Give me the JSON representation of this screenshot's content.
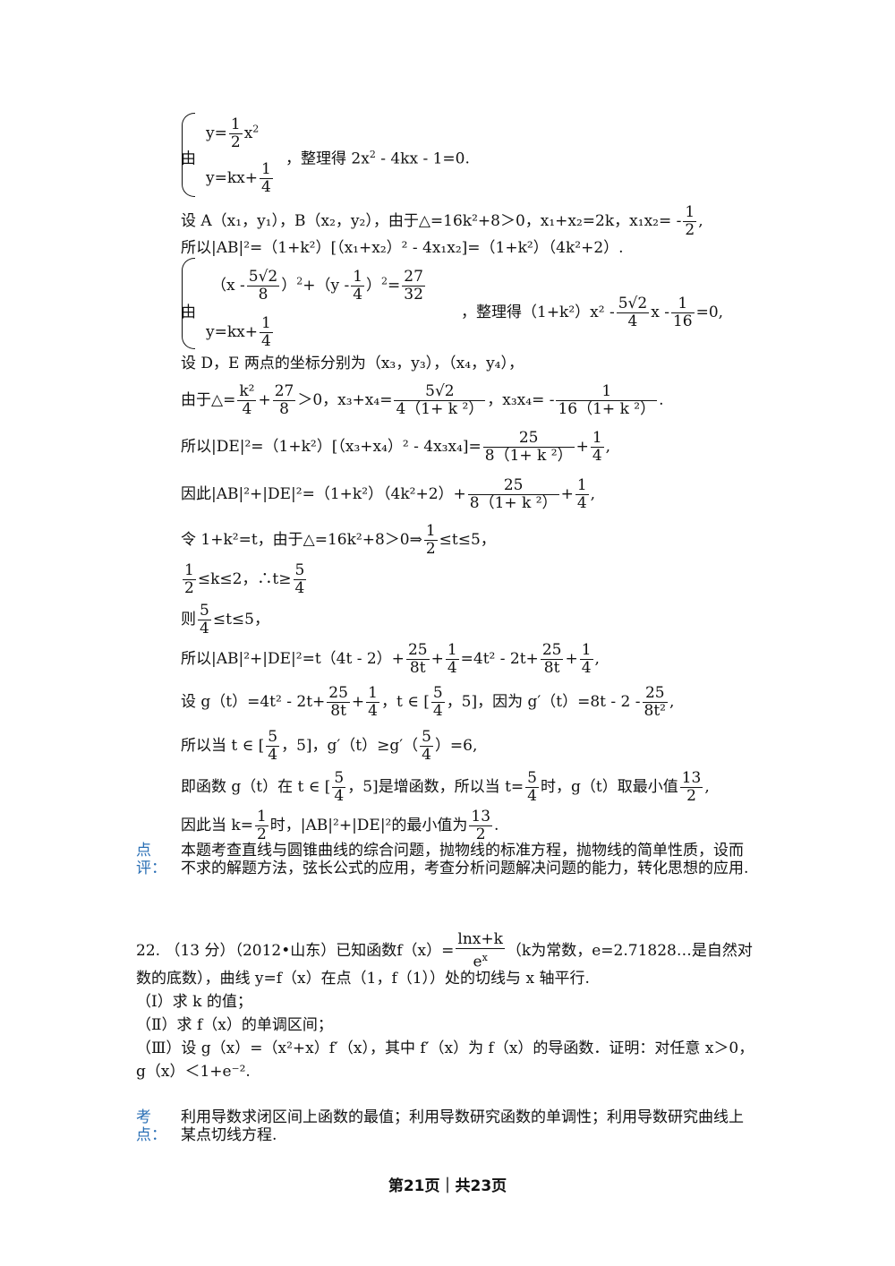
{
  "solution": {
    "l01a": "y=",
    "l01b": "1",
    "l01c": "2",
    "l01d": "x",
    "l01e": "2",
    "l02a": "由",
    "l02b": "，整理得 2x",
    "l02c": "2",
    "l02d": " - 4kx - 1=0.",
    "l03a": "y=kx+",
    "l03b": "1",
    "l03c": "4",
    "l04": "设 A（x₁，y₁），B（x₂，y₂），由于△=16k²+8＞0，x₁+x₂=2k，x₁x₂= -",
    "l04n": "1",
    "l04d": "2",
    "l05": "所以|AB|²=（1+k²）[（x₁+x₂）² - 4x₁x₂]=（1+k²）（4k²+2）.",
    "l06a": "（x -",
    "l06b": "5√2",
    "l06c": "8",
    "l06d": "）",
    "l06e": "2",
    "l06f": "+（y -",
    "l06g": "1",
    "l06h": "4",
    "l06i": "）",
    "l06j": "2",
    "l06k": "=",
    "l06l": "27",
    "l06m": "32",
    "l07a": "由",
    "l07b": "，整理得（1+k²）x² -",
    "l07c": "5√2",
    "l07d": "4",
    "l07e": "x -",
    "l07f": "1",
    "l07g": "16",
    "l07h": "=0,",
    "l08a": "y=kx+",
    "l08b": "1",
    "l08c": "4",
    "l09": "设 D，E 两点的坐标分别为（x₃，y₃），（x₄，y₄），",
    "l10a": "由于△=",
    "l10b": "k²",
    "l10c": "4",
    "l10d": "+",
    "l10e": "27",
    "l10f": "8",
    "l10g": "＞0，x₃+x₄=",
    "l10h": "5√2",
    "l10i": "4（1+ k ²）",
    "l10j": "，x₃x₄= -",
    "l10k": "1",
    "l10l": "16（1+ k ²）",
    "l10m": ".",
    "l11a": "所以|DE|²=（1+k²）[（x₃+x₄）² - 4x₃x₄]=",
    "l11b": "25",
    "l11c": "8（1+ k ²）",
    "l11d": "+",
    "l11e": "1",
    "l11f": "4",
    "l11g": ",",
    "l12a": "因此|AB|²+|DE|²=（1+k²）（4k²+2）+",
    "l12b": "25",
    "l12c": "8（1+ k ²）",
    "l12d": "+",
    "l12e": "1",
    "l12f": "4",
    "l12g": ",",
    "l13a": "令 1+k²=t，由于△=16k²+8＞0⇒",
    "l13b": "1",
    "l13c": "2",
    "l13d": "≤t≤5，",
    "l14a": "1",
    "l14b": "2",
    "l14c": "≤k≤2，∴t≥",
    "l14d": "5",
    "l14e": "4",
    "l15a": "则",
    "l15b": "5",
    "l15c": "4",
    "l15d": "≤t≤5，",
    "l16a": "所以|AB|²+|DE|²=t（4t - 2）+",
    "l16b": "25",
    "l16c": "8t",
    "l16d": "+",
    "l16e": "1",
    "l16f": "4",
    "l16g": "=4t² - 2t+",
    "l16h": "25",
    "l16i": "8t",
    "l16j": "+",
    "l16k": "1",
    "l16l": "4",
    "l16m": ",",
    "l17a": "设 g（t）=4t² - 2t+",
    "l17b": "25",
    "l17c": "8t",
    "l17d": "+",
    "l17e": "1",
    "l17f": "4",
    "l17g": "，t ∈ [",
    "l17h": "5",
    "l17i": "4",
    "l17j": "，5]，因为 g′（t）=8t - 2 -",
    "l17k": "25",
    "l17l": "8t²",
    "l17m": ",",
    "l18a": "所以当 t ∈ [",
    "l18b": "5",
    "l18c": "4",
    "l18d": "，5]，g′（t）≥g′（",
    "l18e": "5",
    "l18f": "4",
    "l18g": "）=6,",
    "l19a": "即函数 g（t）在 t ∈ [",
    "l19b": "5",
    "l19c": "4",
    "l19d": "，5]是增函数，所以当 t=",
    "l19e": "5",
    "l19f": "4",
    "l19g": "时，g（t）取最小值",
    "l19h": "13",
    "l19i": "2",
    "l19j": ",",
    "l20a": "因此当 k=",
    "l20b": "1",
    "l20c": "2",
    "l20d": "时，|AB|²+|DE|²的最小值为",
    "l20e": "13",
    "l20f": "2",
    "l20g": "."
  },
  "comment": {
    "label1": "点",
    "label2": "评：",
    "text": "本题考查直线与圆锥曲线的综合问题，抛物线的标准方程，抛物线的简单性质，设而不求的解题方法，弦长公式的应用，考查分析问题解决问题的能力，转化思想的应用."
  },
  "question": {
    "l1a": "22. （13 分）（2012•山东）已知函数",
    "l1b": "f（x）=",
    "l1c": "lnx+k",
    "l1d": "e",
    "l1e": "x",
    "l1f": "（k为常数，e=2.71828…是自然对",
    "l2": "数的底数），曲线 y=f（x）在点（1，f（1））处的切线与 x 轴平行.",
    "l3": "（Ⅰ）求 k 的值；",
    "l4": "（Ⅱ）求 f（x）的单调区间；",
    "l5": "（Ⅲ）设 g（x）=（x²+x）f′（x），其中 f′（x）为 f（x）的导函数．证明：对任意 x＞0，",
    "l6": "g（x）＜1+e⁻²."
  },
  "topic": {
    "label1": "考",
    "label2": "点：",
    "text": "利用导数求闭区间上函数的最值；利用导数研究函数的单调性；利用导数研究曲线上某点切线方程."
  },
  "footer": {
    "text": "第21页｜共23页"
  }
}
